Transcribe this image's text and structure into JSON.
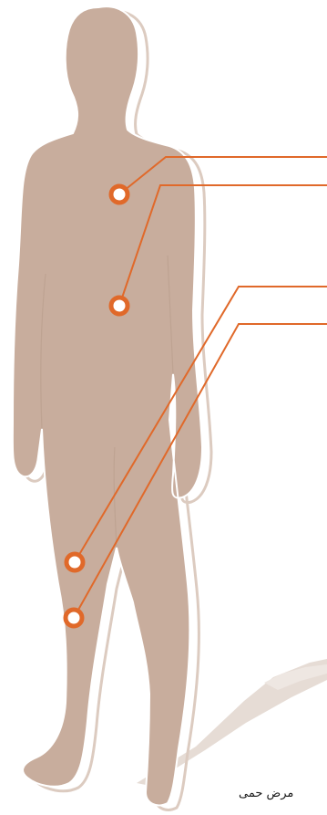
{
  "colors": {
    "background": "#ffffff",
    "body": "#c8ad9d",
    "body_outline": "#ffffff",
    "outline_glow": "#dccbc0",
    "shadow": "#e3d8d1",
    "accent": "#e0692a"
  },
  "markers": [
    {
      "id": "chest",
      "icon": "ring-marker-icon"
    },
    {
      "id": "abdomen",
      "icon": "ring-marker-icon"
    },
    {
      "id": "knee",
      "icon": "ring-marker-icon"
    },
    {
      "id": "shin",
      "icon": "ring-marker-icon"
    }
  ],
  "caption": "مرض حمى"
}
